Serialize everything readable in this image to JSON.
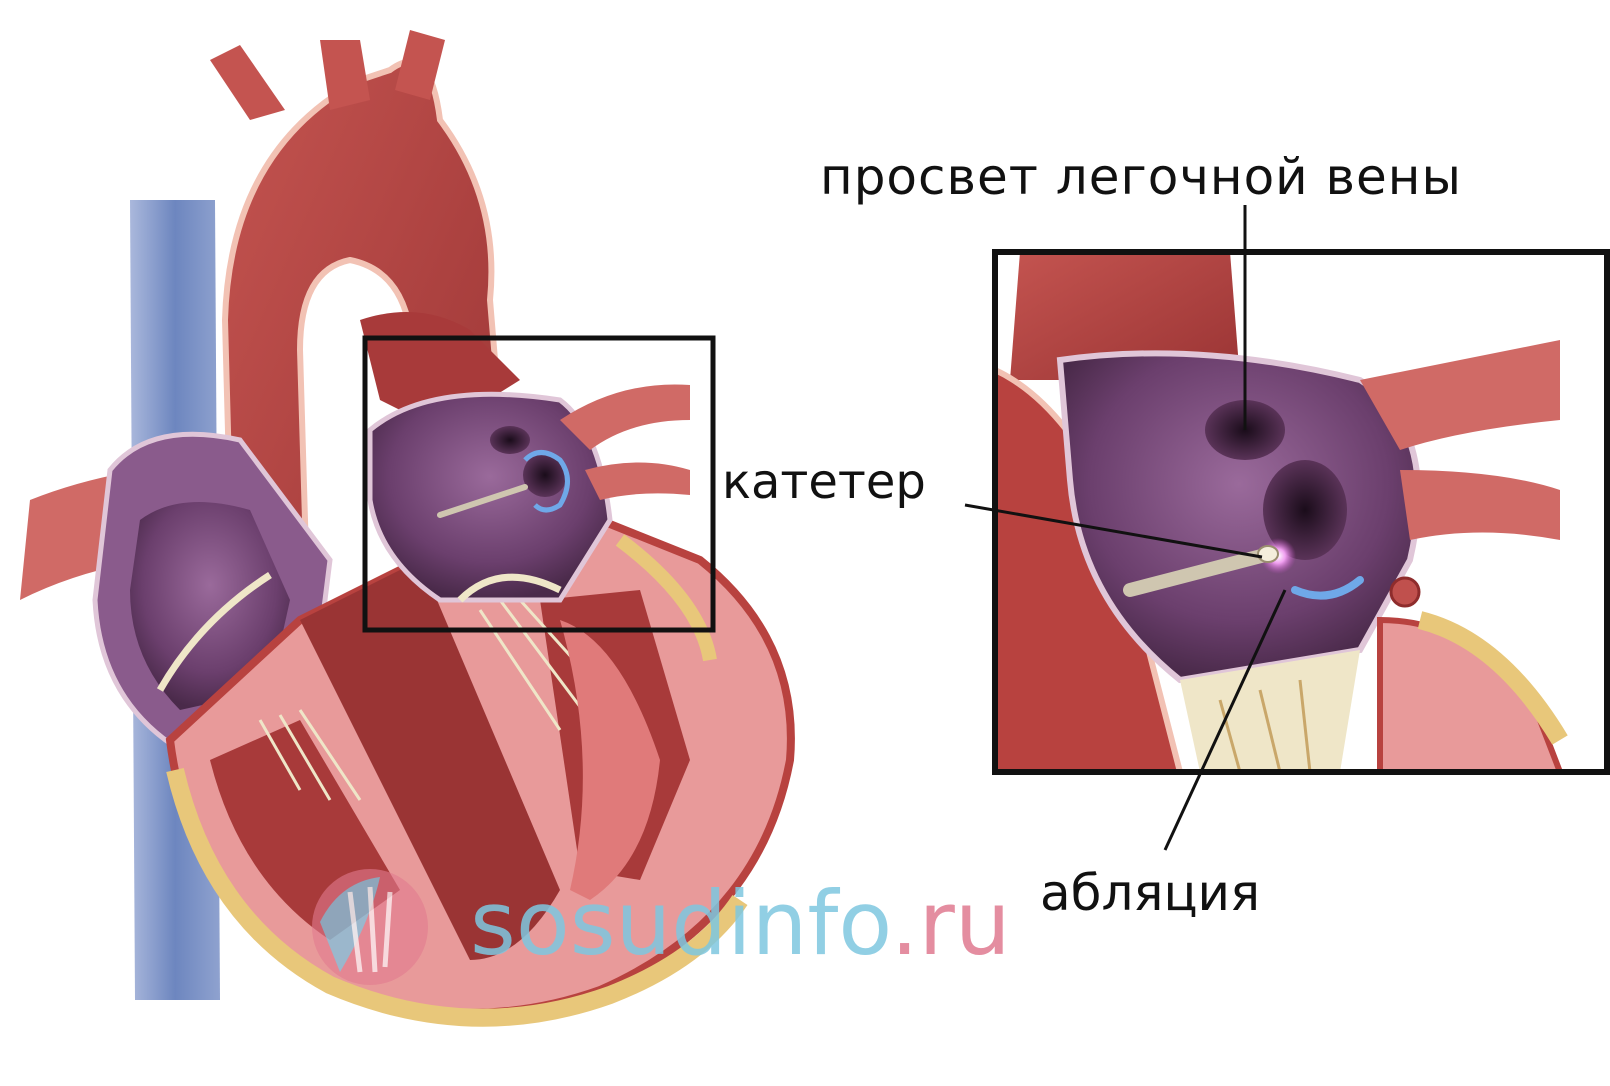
{
  "labels": {
    "pulmonary_vein_lumen": "просвет легочной вены",
    "catheter": "катетер",
    "ablation": "абляция"
  },
  "watermark": {
    "name": "sosudinfo",
    "tld": ".ru"
  },
  "colors": {
    "muscle": "#b8423f",
    "muscle_dark": "#8e2c2c",
    "aorta": "#c0504d",
    "atrium": "#7b4f7c",
    "atrium_dark": "#4a2a4a",
    "chamber_inner": "#e08c8c",
    "vena_cava": "#6d86bf",
    "fat": "#e8c77a",
    "valve": "#efe6c8",
    "ablation_ring": "#6fa8e8",
    "frame": "#111111"
  },
  "icons": [
    "heart-diagram",
    "zoom-frame",
    "catheter-tip",
    "watermark-logo-icon"
  ]
}
